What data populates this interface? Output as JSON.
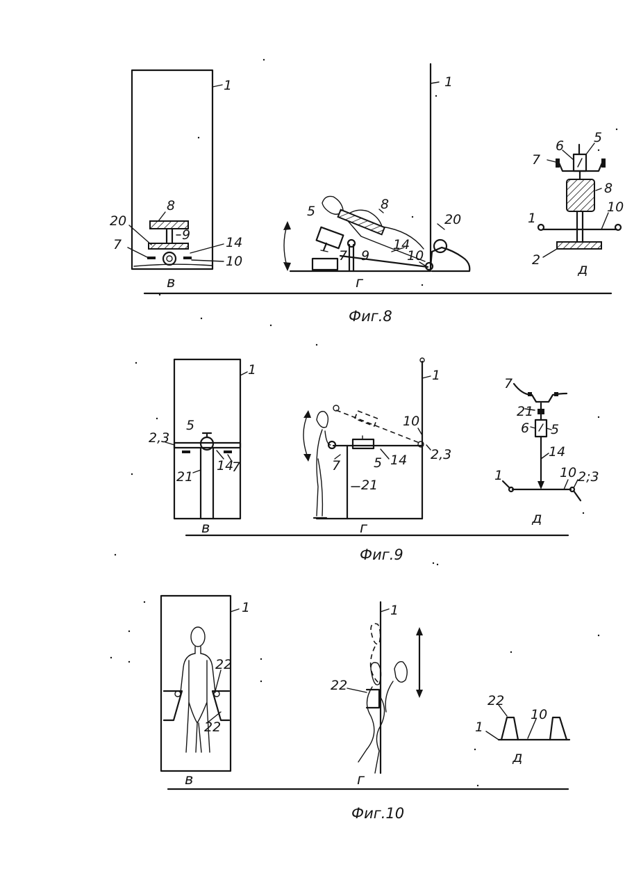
{
  "figures": [
    {
      "caption": "Фиг.8",
      "views": [
        "в",
        "г",
        "д"
      ],
      "labels_v": [
        "1",
        "8",
        "20",
        "9",
        "7",
        "14",
        "10"
      ],
      "labels_g": [
        "1",
        "8",
        "5",
        "20",
        "7",
        "9",
        "14",
        "10"
      ],
      "labels_d": [
        "6",
        "5",
        "7",
        "8",
        "1",
        "10",
        "2"
      ]
    },
    {
      "caption": "Фиг.9",
      "views": [
        "в",
        "г",
        "д"
      ],
      "labels_v": [
        "1",
        "5",
        "2,3",
        "14",
        "7",
        "21"
      ],
      "labels_g": [
        "1",
        "10",
        "2,3",
        "5",
        "14",
        "7",
        "21"
      ],
      "labels_d": [
        "7",
        "21",
        "6",
        "5",
        "14",
        "1",
        "10",
        "2;3"
      ]
    },
    {
      "caption": "Фиг.10",
      "views": [
        "в",
        "г",
        "д"
      ],
      "labels_v": [
        "1",
        "22",
        "22"
      ],
      "labels_g": [
        "1",
        "22"
      ],
      "labels_d": [
        "22",
        "10",
        "1"
      ]
    }
  ]
}
